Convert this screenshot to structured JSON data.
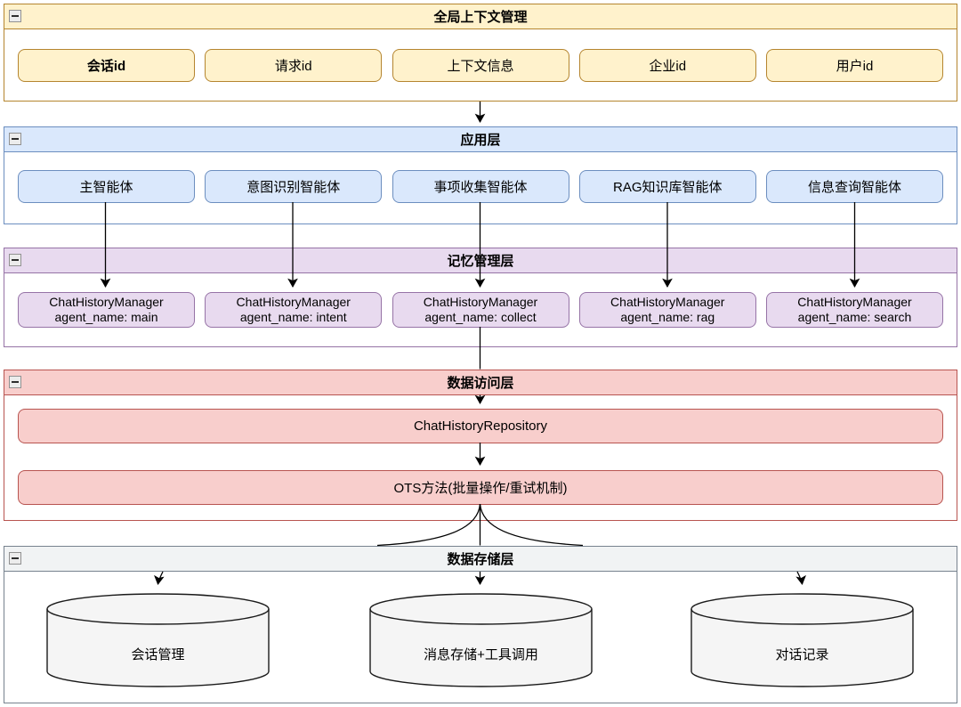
{
  "lanes": {
    "global": {
      "title": "全局上下文管理",
      "boxes": [
        "会话id",
        "请求id",
        "上下文信息",
        "企业id",
        "用户id"
      ]
    },
    "app": {
      "title": "应用层",
      "boxes": [
        "主智能体",
        "意图识别智能体",
        "事项收集智能体",
        "RAG知识库智能体",
        "信息查询智能体"
      ]
    },
    "memory": {
      "title": "记忆管理层",
      "boxes": [
        {
          "line1": "ChatHistoryManager",
          "line2": "agent_name: main"
        },
        {
          "line1": "ChatHistoryManager",
          "line2": "agent_name: intent"
        },
        {
          "line1": "ChatHistoryManager",
          "line2": "agent_name: collect"
        },
        {
          "line1": "ChatHistoryManager",
          "line2": "agent_name: rag"
        },
        {
          "line1": "ChatHistoryManager",
          "line2": "agent_name: search"
        }
      ]
    },
    "dao": {
      "title": "数据访问层",
      "boxes": [
        "ChatHistoryRepository",
        "OTS方法(批量操作/重试机制)"
      ]
    },
    "storage": {
      "title": "数据存储层",
      "cylinders": [
        "会话管理",
        "消息存储+工具调用",
        "对话记录"
      ]
    }
  },
  "colors": {
    "yellow_fill": "#FFF2CC",
    "yellow_stroke": "#B5852F",
    "blue_fill": "#DAE8FC",
    "blue_stroke": "#6C8EBF",
    "purple_fill": "#E8DAEF",
    "purple_stroke": "#9673A6",
    "red_fill": "#F8CECC",
    "red_stroke": "#B85450",
    "gray_header_fill": "#F1F3F4",
    "gray_stroke": "#77828E",
    "cylinder_fill": "#F5F5F5",
    "cylinder_stroke": "#1A1A1A",
    "connector": "#000000"
  }
}
